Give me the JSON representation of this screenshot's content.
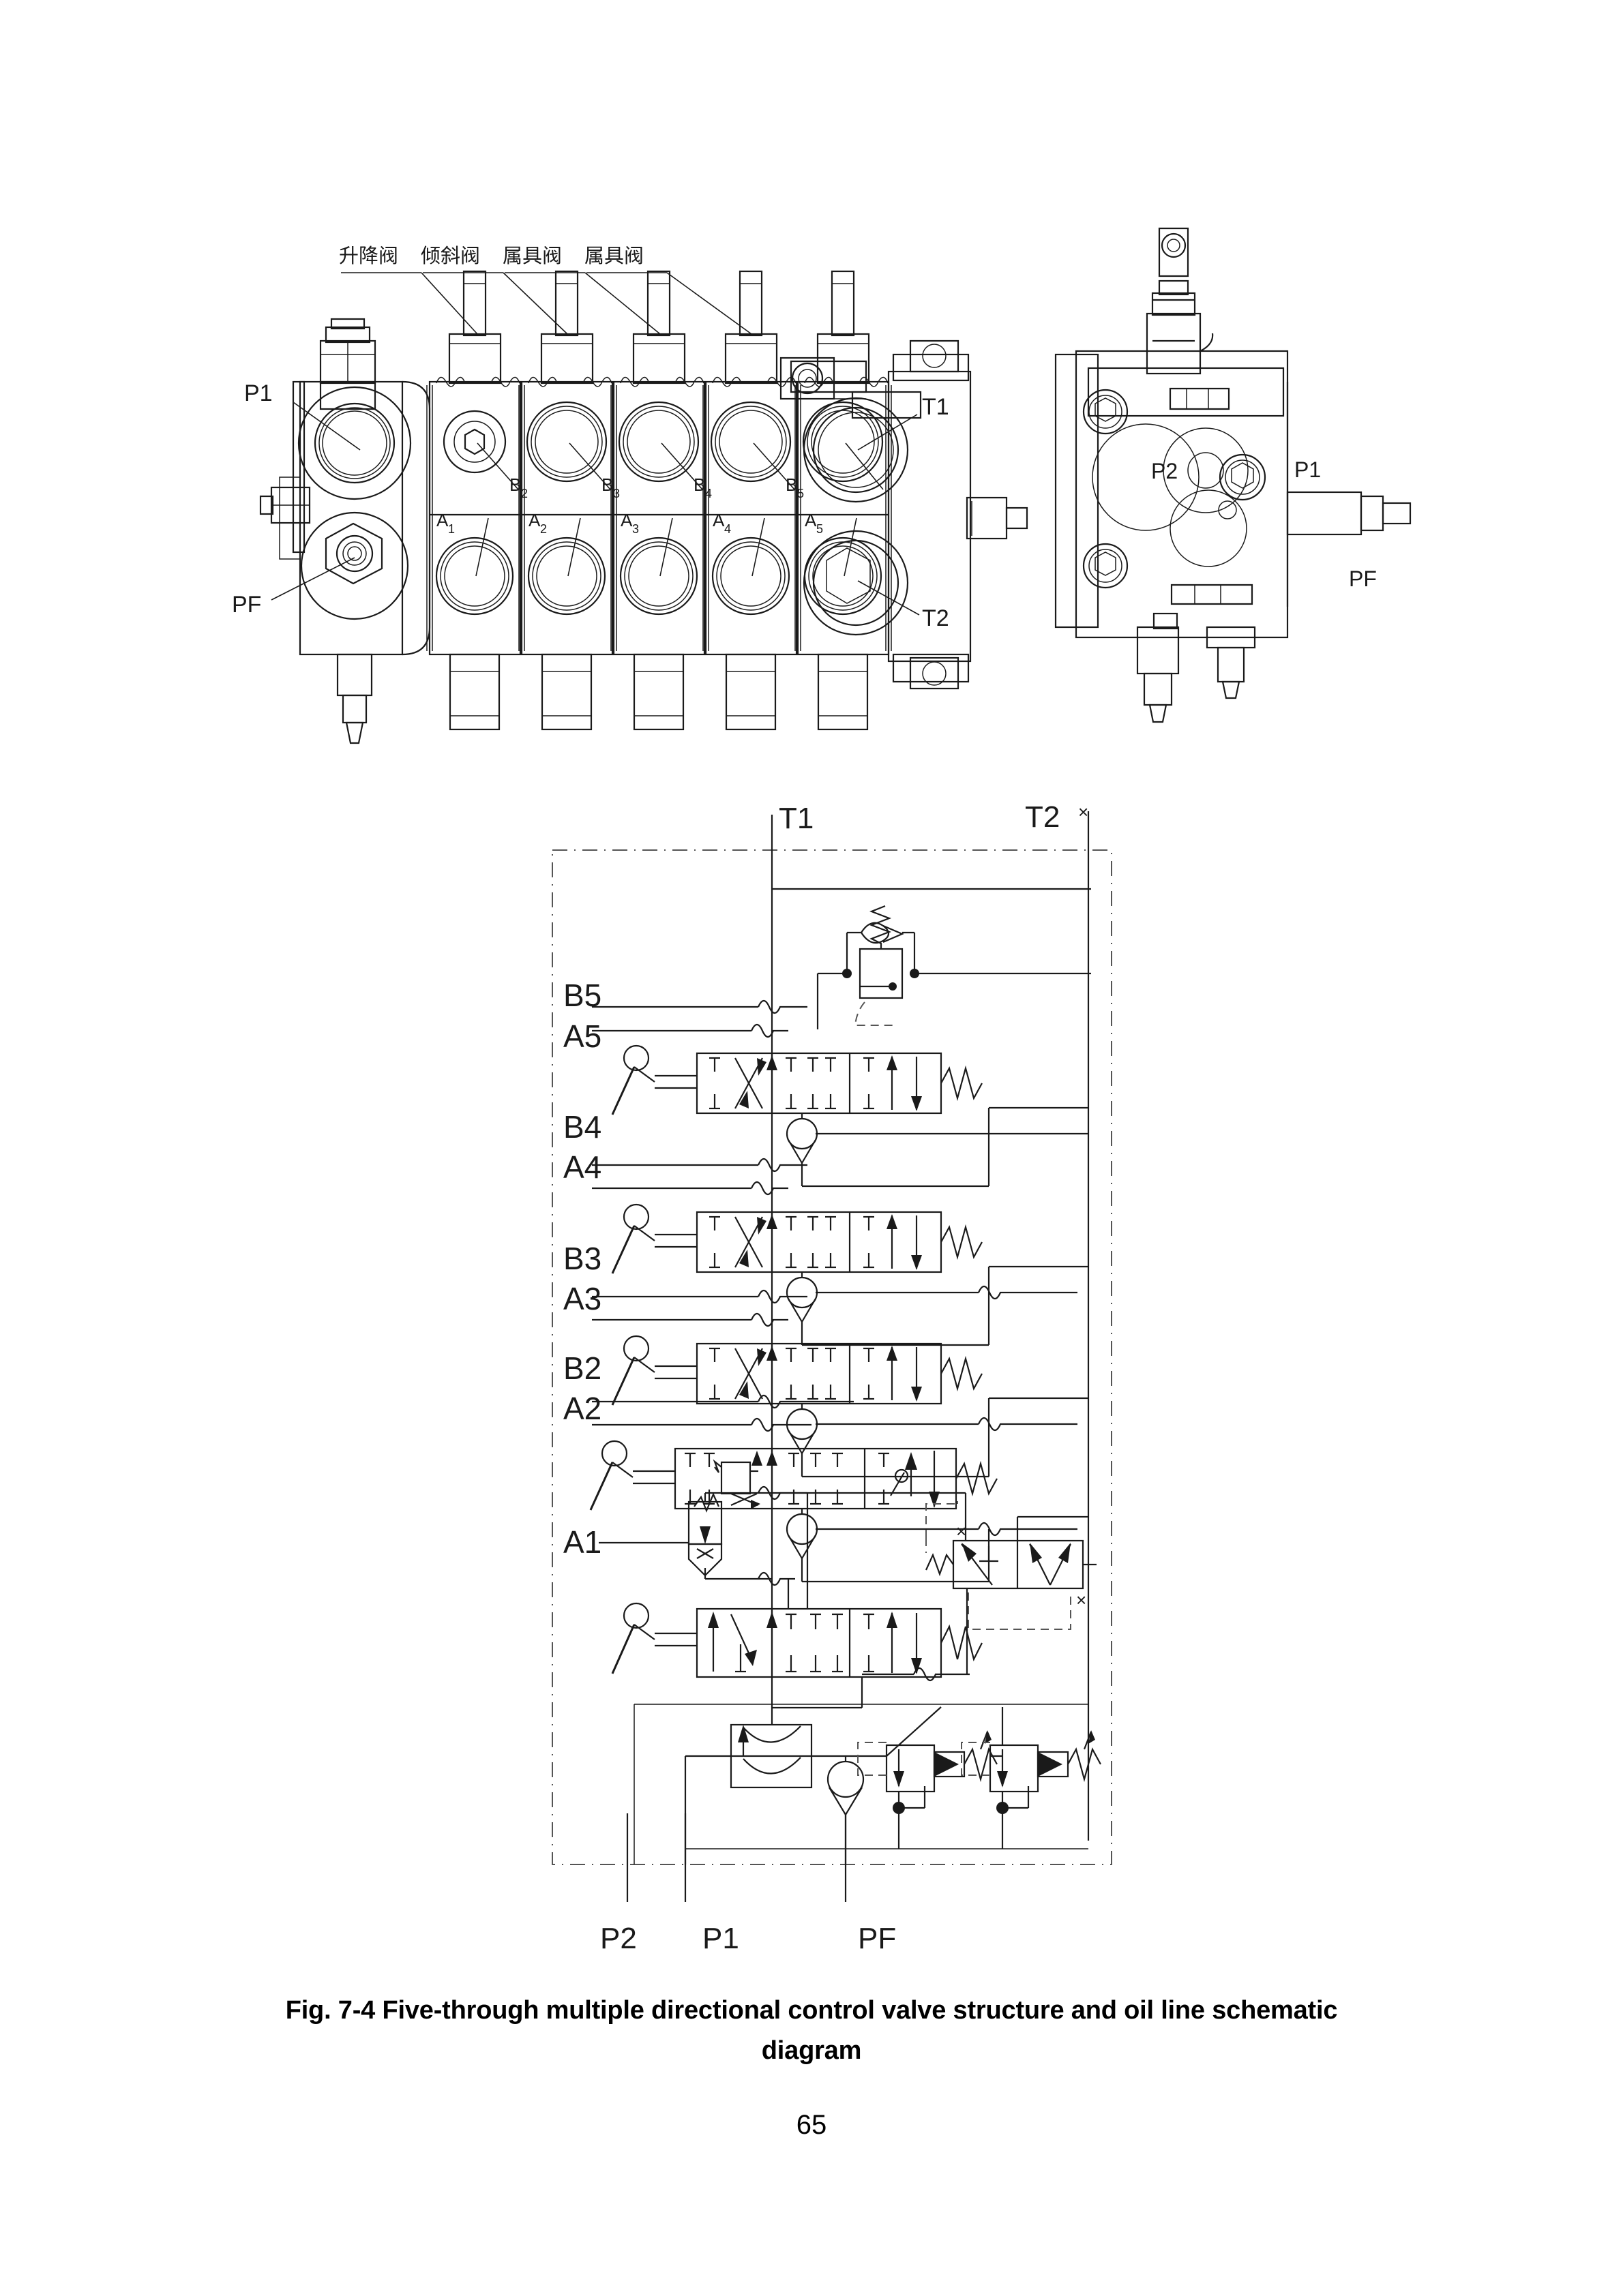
{
  "document": {
    "figure_caption": "Fig. 7-4 Five-through multiple directional control valve structure and oil line schematic diagram",
    "caption_line1": "Fig. 7-4 Five-through multiple directional control valve structure and oil line schematic",
    "caption_line2": "diagram",
    "page_number": "65"
  },
  "structure_view": {
    "top_labels": [
      {
        "text": "升降阀",
        "meaning": "lift-valve"
      },
      {
        "text": "倾斜阀",
        "meaning": "tilt-valve"
      },
      {
        "text": "属具阀",
        "meaning": "attachment-valve"
      },
      {
        "text": "属具阀",
        "meaning": "attachment-valve"
      }
    ],
    "front_view_ports": {
      "left": [
        "P1",
        "PF"
      ],
      "right": [
        "T1",
        "T2"
      ],
      "b_ports": [
        "B₂",
        "B₃",
        "B₄",
        "B₅"
      ],
      "a_ports": [
        "A₁",
        "A₂",
        "A₃",
        "A₄",
        "A₅"
      ]
    },
    "side_view_ports": [
      "P2",
      "P1",
      "PF"
    ]
  },
  "schematic": {
    "top_ports": [
      "T1",
      "T2"
    ],
    "t2_marker": "×",
    "port_labels_left": [
      {
        "b": "B5",
        "a": "A5"
      },
      {
        "b": "B4",
        "a": "A4"
      },
      {
        "b": "B3",
        "a": "A3"
      },
      {
        "b": "B2",
        "a": "A2"
      }
    ],
    "single_port_label": "A1",
    "bottom_ports": [
      "P2",
      "P1",
      "PF"
    ],
    "sections": 5,
    "components": {
      "main_relief_valve": "pressure-relief-valve",
      "anti_cavitation_checks": 4,
      "load_check_valves": 5,
      "flow_divider": "flow-divider-valve",
      "secondary_relief_valves": 2,
      "pilot_operated_valve": "pilot-operated-directional-valve"
    }
  },
  "colors": {
    "line": "#1a1a1a",
    "thin_line": "#333333",
    "background": "#ffffff"
  }
}
